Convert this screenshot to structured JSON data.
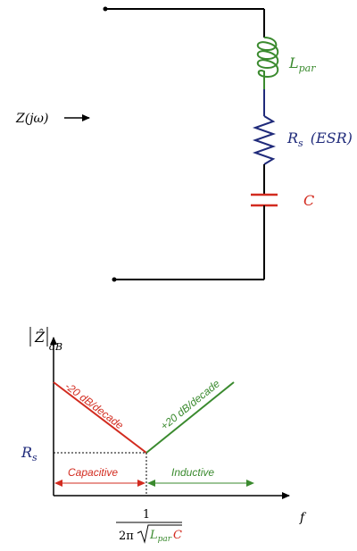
{
  "circuit": {
    "input_label": "Z(jω)",
    "inductor": {
      "symbol": "L",
      "subscript": "par"
    },
    "resistor": {
      "symbol": "R",
      "subscript": "s",
      "note": "(ESR)"
    },
    "capacitor": {
      "symbol": "C"
    }
  },
  "plot": {
    "y_axis": {
      "label_main": "Ẑ",
      "subscript": "dB"
    },
    "x_axis": {
      "label": "f"
    },
    "rs_label": {
      "symbol": "R",
      "subscript": "s"
    },
    "slope_left": "-20 dB/decade",
    "slope_right": "+20 dB/decade",
    "region_left": "Capacitive",
    "region_right": "Inductive",
    "corner": {
      "numerator": "1",
      "prefix": "2π",
      "l_symbol": "L",
      "l_subscript": "par",
      "c_symbol": "C"
    }
  },
  "colors": {
    "inductor": "#3a8a2e",
    "resistor": "#1f2a7a",
    "capacitor": "#d22b1f",
    "wire": "#000000"
  }
}
